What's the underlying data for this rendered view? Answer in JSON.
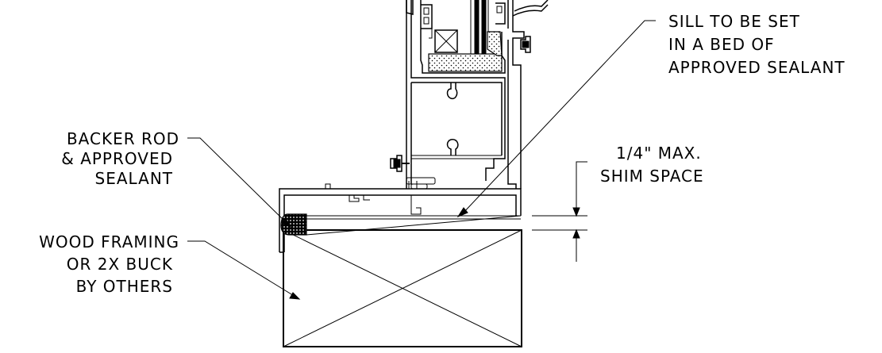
{
  "notes": {
    "sill_bed": [
      "SILL TO BE SET",
      "IN A BED OF",
      "APPROVED SEALANT"
    ],
    "backer_rod": [
      "BACKER ROD",
      "& APPROVED",
      "SEALANT"
    ],
    "shim_space": [
      "1/4\" MAX.",
      "SHIM SPACE"
    ],
    "wood_framing": [
      "WOOD FRAMING",
      "OR 2X BUCK",
      "BY OTHERS"
    ]
  },
  "colors": {
    "line": "#000000",
    "background": "#ffffff"
  }
}
